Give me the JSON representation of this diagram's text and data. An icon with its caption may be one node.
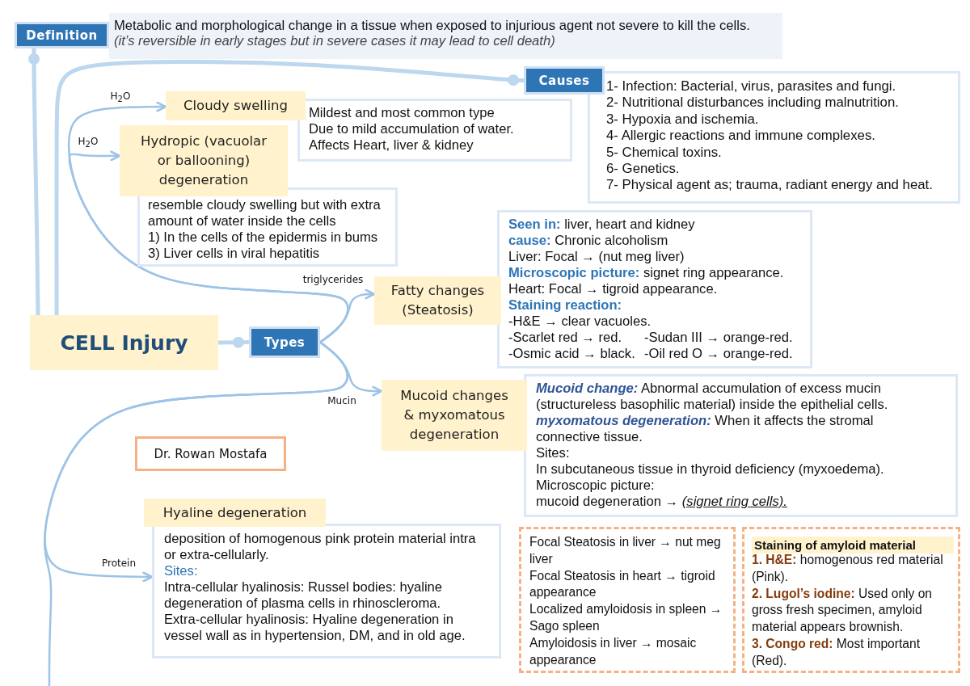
{
  "diagram": {
    "nodes": [
      {
        "text": [
          "Definition"
        ]
      },
      {
        "text": [
          "Metabolic and morphological change in a tissue when exposed to injurious agent not severe to kill the cells.",
          "(it’s reversible in early stages but in severe cases it may lead to cell death)"
        ]
      },
      {
        "text": [
          "Causes"
        ]
      },
      {
        "text": [
          "1- Infection: Bacterial, virus, parasites and fungi.",
          "2- Nutritional disturbances including malnutrition.",
          "3- Hypoxia and ischemia.",
          "4- Allergic reactions and immune complexes.",
          "5- Chemical toxins.",
          "6- Genetics.",
          "7- Physical agent as; trauma, radiant energy and heat."
        ]
      },
      {
        "text": [
          "Cloudy swelling"
        ]
      },
      {
        "text": [
          "Mildest and most common type",
          "Due to mild accumulation of water.",
          "Affects Heart, liver & kidney"
        ]
      },
      {
        "text": [
          "Hydropic (vacuolar or ballooning) degeneration"
        ]
      },
      {
        "text": [
          "resemble cloudy swelling but with extra amount of water inside the cells",
          "1) In the cells of the epidermis in bums",
          "3) Liver cells in viral hepatitis"
        ]
      },
      {
        "text": [
          "Fatty changes (Steatosis)"
        ]
      },
      {
        "text": [
          "**Seen in:** liver, heart and kidney",
          "**cause:** Chronic alcoholism",
          "Liver: Focal → (nut meg liver)",
          "**Microscopic picture:** signet ring appearance.",
          "Heart: Focal → tigroid appearance.",
          "Staining reaction:",
          "-H&E → clear vacuoles.",
          "-Scarlet red → red.",
          "-Sudan III → orange-red.",
          "-Osmic acid → black.",
          "-Oil red O → orange-red."
        ]
      },
      {
        "text": [
          "CELL Injury"
        ]
      },
      {
        "text": [
          "Types"
        ]
      },
      {
        "text": [
          "Mucoid changes & myxomatous degeneration"
        ]
      },
      {
        "text": [
          "**Mucoid change:** Abnormal accumulation of excess mucin (structureless basophilic material) inside the epithelial cells.",
          "**myxomatous degeneration:** When it affects the stromal connective tissue.",
          "Sites:",
          "In subcutaneous tissue in thyroid deficiency (myxoedema).",
          "Microscopic picture:",
          "mucoid degeneration → *(signet ring cells).*"
        ]
      },
      {
        "text": [
          "Dr. Rowan Mostafa"
        ]
      },
      {
        "text": [
          "Hyaline degeneration"
        ]
      },
      {
        "text": [
          "deposition of homogenous pink protein material intra or extra-cellularly.",
          "Sites:",
          "Intra-cellular hyalinosis: Russel bodies: hyaline degeneration of plasma cells in rhinoscleroma.",
          "Extra-cellular hyalinosis: Hyaline degeneration in vessel wall as in hypertension, DM, and in old age."
        ]
      },
      {
        "text": [
          "Focal Steatosis in liver → nut meg liver",
          "Focal Steatosis in heart → tigroid appearance",
          "Localized amyloidosis in spleen → Sago spleen",
          "Amyloidosis in liver → mosaic appearance"
        ]
      },
      {
        "text": [
          "**1. H&E:** homogenous red material (Pink).",
          "**2. Lugol’s iodine:** Used only on gross fresh specimen, amyloid material appears brownish.",
          "**3. Congo red:** Most important (Red)."
        ]
      },
      {
        "text": [
          "Staining of amyloid material"
        ],
        "in": 18
      }
    ],
    "edges": [
      {
        "from": 10,
        "to": 0,
        "arrow": "other",
        "style": "thick",
        "color": "#bdd7ee"
      },
      {
        "from": 10,
        "to": 2,
        "arrow": "other",
        "style": "thick",
        "color": "#bdd7ee"
      },
      {
        "from": 10,
        "to": 11,
        "arrow": "other",
        "style": "thick",
        "color": "#bdd7ee"
      },
      {
        "from": 11,
        "to": 4,
        "arrow": "to",
        "label": "H$_{2}$O"
      },
      {
        "from": 11,
        "to": 6,
        "arrow": "to",
        "label": "H$_{2}$O"
      },
      {
        "from": 11,
        "to": 8,
        "arrow": "to",
        "label": "triglycerides"
      },
      {
        "from": 11,
        "to": 12,
        "arrow": "to",
        "label": "Mucin"
      },
      {
        "from": 11,
        "to": 16,
        "arrow": "to",
        "label": "Protein"
      },
      {
        "from": 11,
        "to": null,
        "arrow": "none"
      }
    ]
  }
}
